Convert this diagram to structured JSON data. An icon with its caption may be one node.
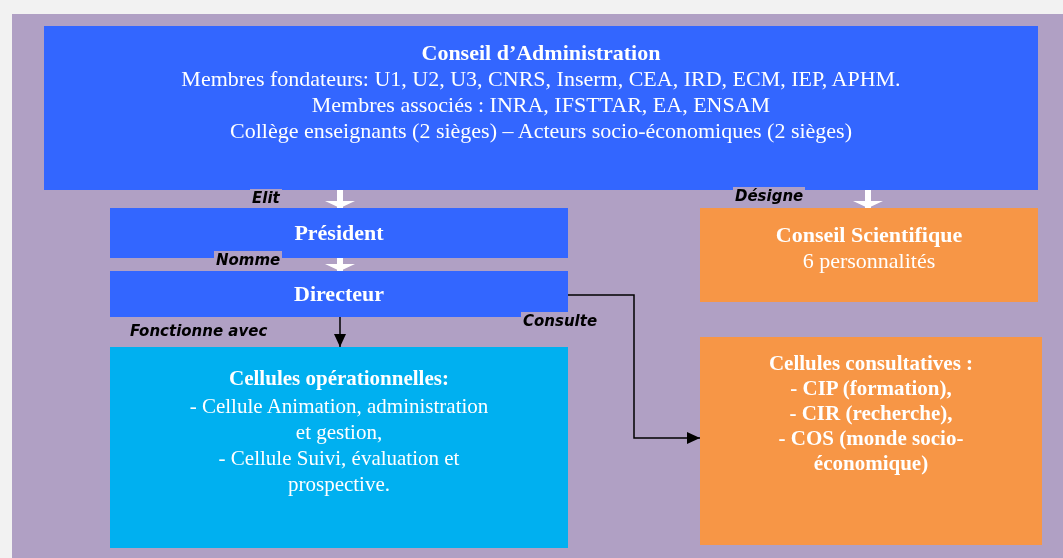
{
  "diagram": {
    "nodes": [
      {
        "text": [
          "Conseil d’Administration",
          "Membres fondateurs: U1, U2, U3, CNRS, Inserm, CEA, IRD, ECM, IEP, APHM.",
          "Membres associés : INRA, IFSTTAR, EA, ENSAM",
          "Collège enseignants (2 sièges) – Acteurs socio-économiques (2 sièges)"
        ]
      },
      {
        "text": [
          "Président"
        ]
      },
      {
        "text": [
          "Directeur"
        ]
      },
      {
        "text": [
          "Cellules opérationnelles:",
          "- Cellule Animation, administration et gestion,",
          "- Cellule Suivi, évaluation et prospective."
        ]
      },
      {
        "text": [
          "Conseil Scientifique",
          "6 personnalités"
        ]
      },
      {
        "text": [
          "Cellules consultatives :",
          "- CIP (formation),",
          "- CIR (recherche),",
          "- COS (monde socio-économique)"
        ]
      }
    ],
    "edges": [
      {
        "from": 0,
        "to": 1,
        "arrow": "to",
        "label": "Elit"
      },
      {
        "from": 0,
        "to": 4,
        "arrow": "to",
        "label": "Désigne"
      },
      {
        "from": 1,
        "to": 2,
        "arrow": "to",
        "label": "Nomme"
      },
      {
        "from": 2,
        "to": 3,
        "arrow": "to",
        "label": "Fonctionne avec",
        "color": "#000000"
      },
      {
        "from": 2,
        "to": 5,
        "arrow": "to",
        "label": "Consulte",
        "color": "#000000"
      }
    ]
  }
}
